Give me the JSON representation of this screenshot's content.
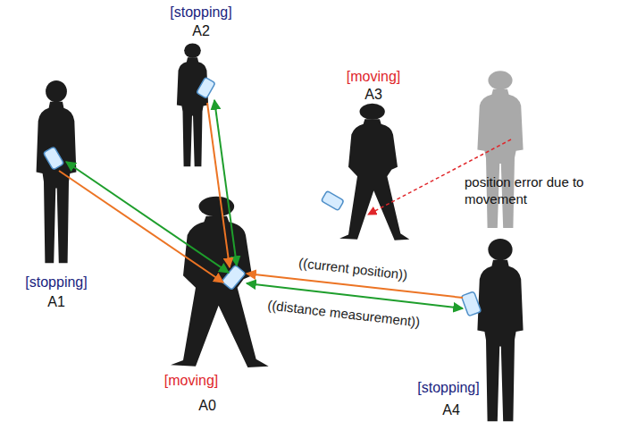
{
  "diagram": {
    "nodes": [
      {
        "text": [
          "[stopping]",
          "A2"
        ]
      },
      {
        "text": [
          "[moving]",
          "A3"
        ]
      },
      {
        "text": [
          "[stopping]",
          "A1"
        ]
      },
      {
        "text": [
          "[moving]",
          "A0"
        ]
      },
      {
        "text": [
          "[stopping]",
          "A4"
        ]
      }
    ],
    "edges": [
      {
        "from": 2,
        "to": 3,
        "arrow": "both"
      },
      {
        "from": 2,
        "to": 3,
        "arrow": "to"
      },
      {
        "from": 0,
        "to": 3,
        "arrow": "both"
      },
      {
        "from": 0,
        "to": 3,
        "arrow": "to"
      },
      {
        "from": 4,
        "to": 3,
        "arrow": "to",
        "label": "((current position))"
      },
      {
        "from": 4,
        "to": 3,
        "arrow": "both",
        "label": "((distance measurement))"
      }
    ],
    "labels": [
      "position error due to movement"
    ]
  }
}
